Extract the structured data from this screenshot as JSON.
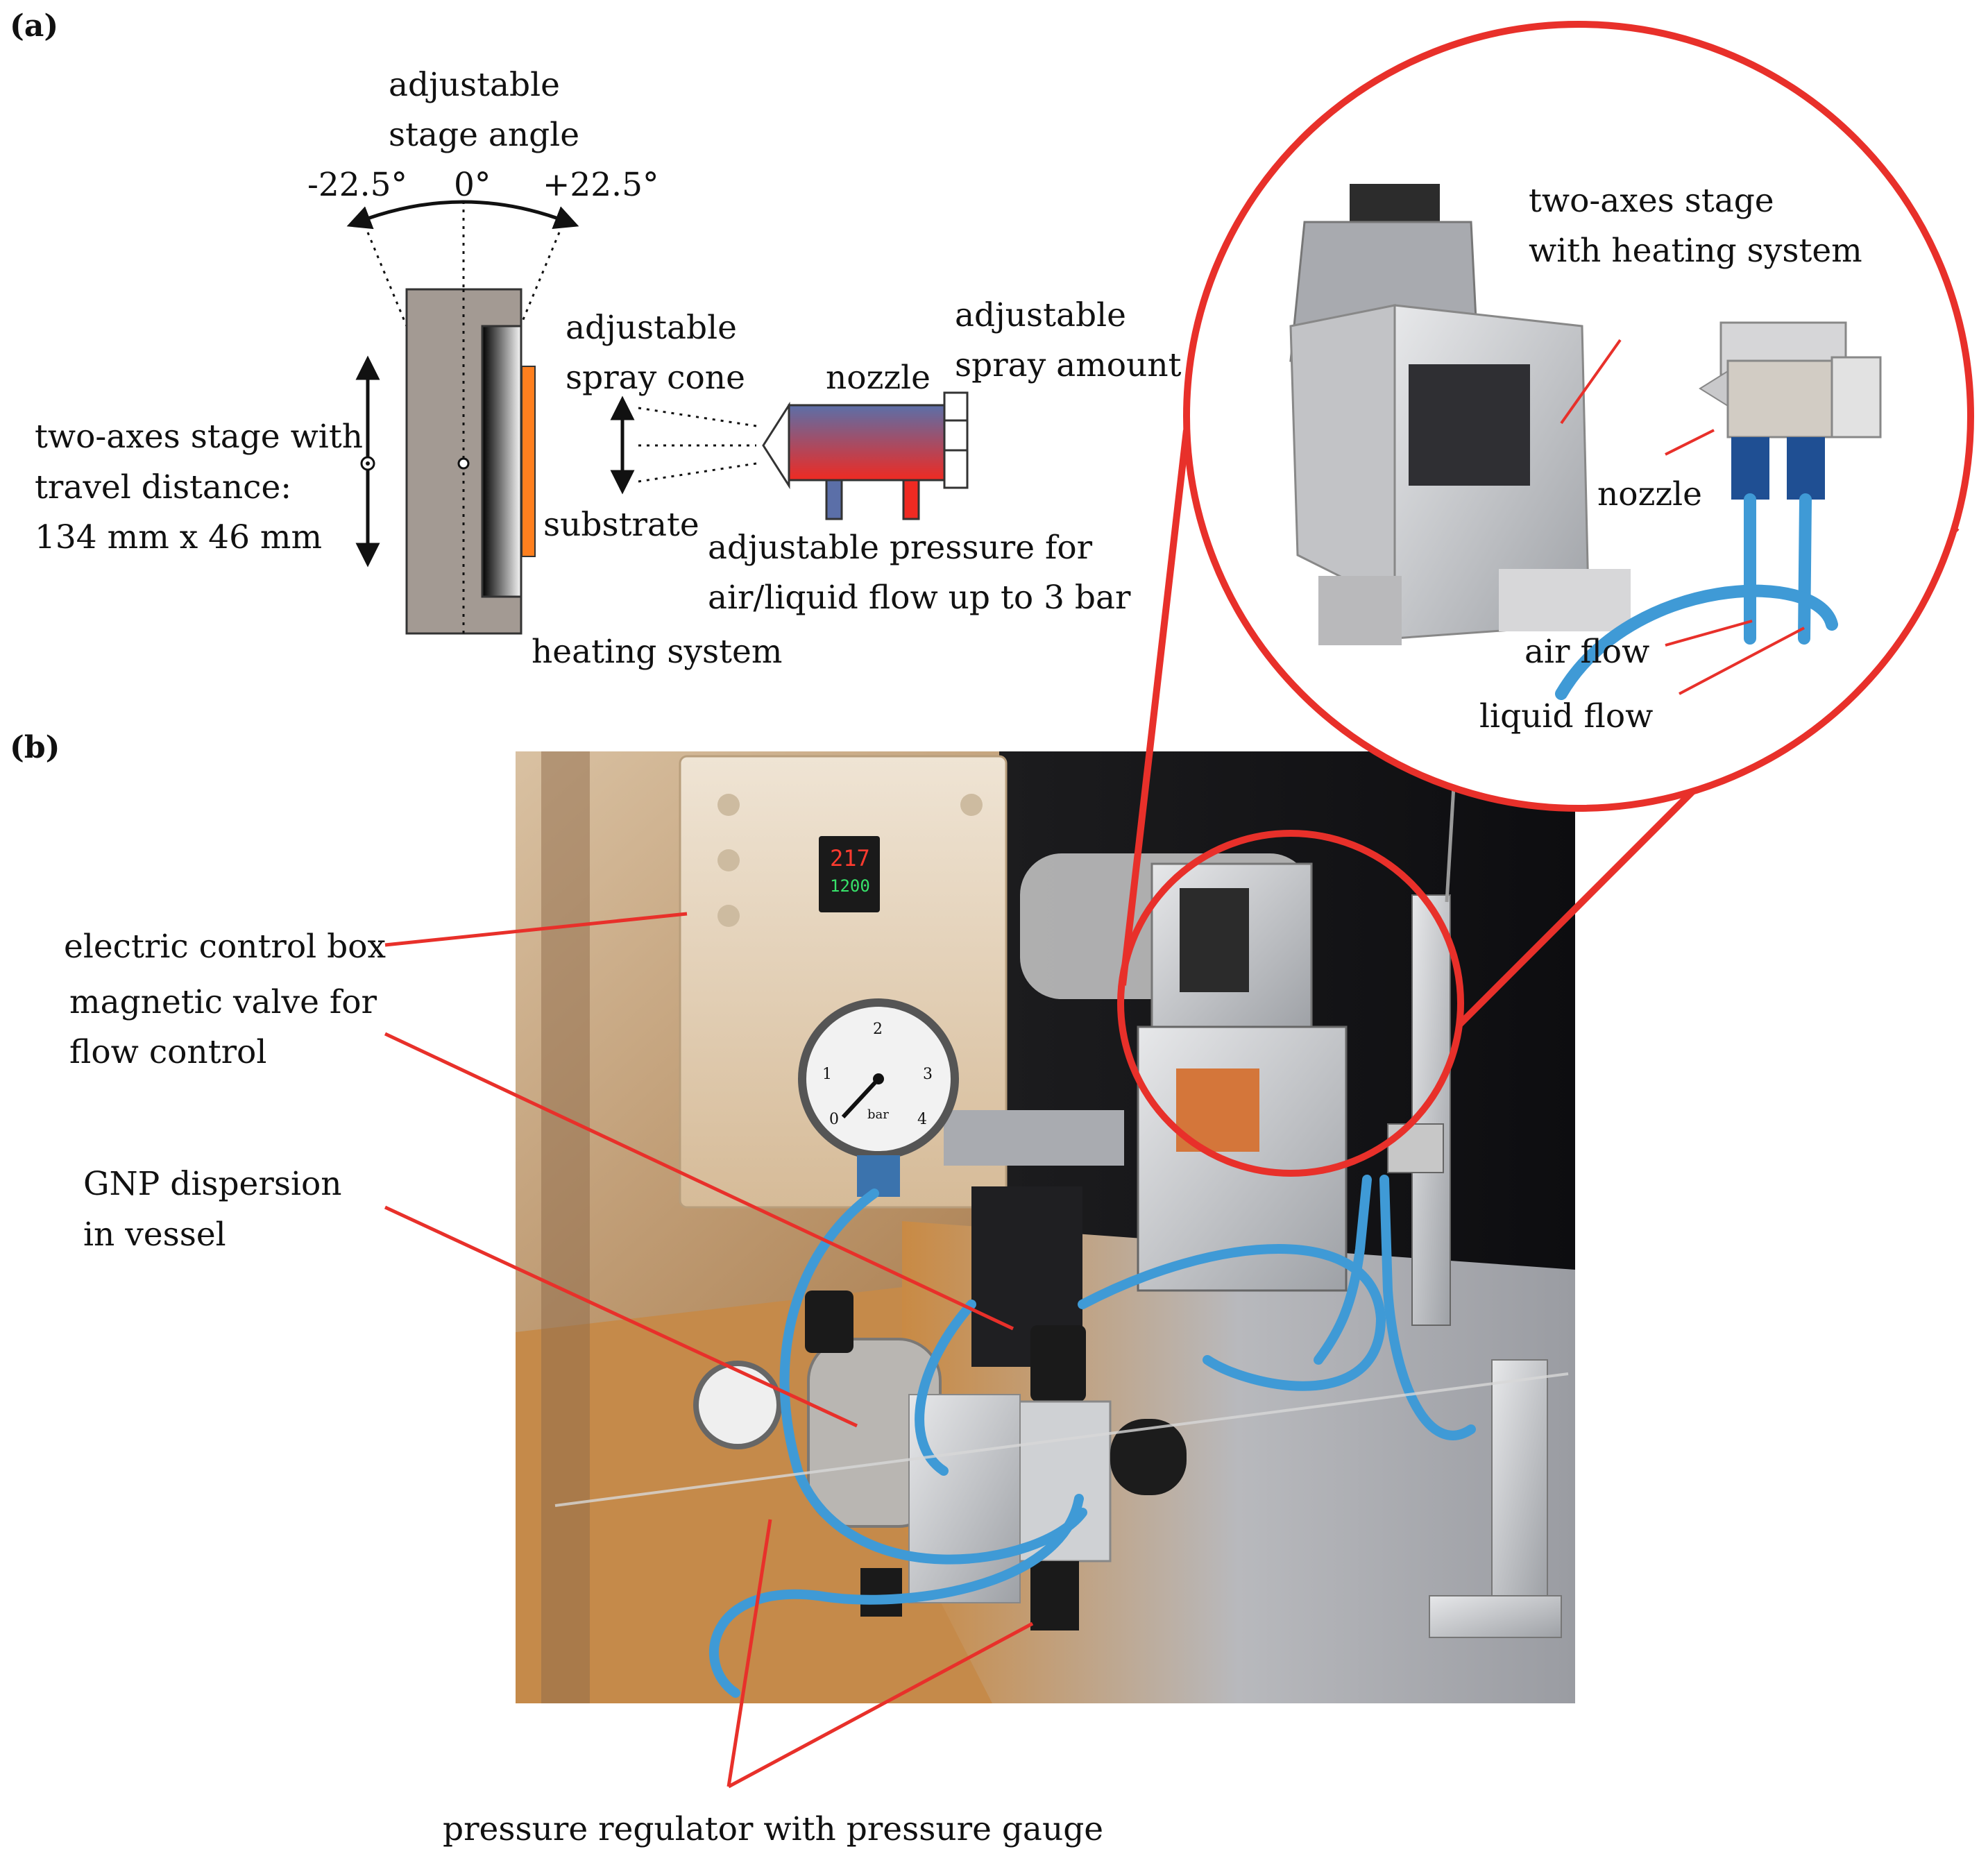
{
  "panel_a": {
    "tag": "(a)",
    "stage_angle_line1": "adjustable",
    "stage_angle_line2": "stage angle",
    "angle_minus": "-22.5°",
    "angle_zero": "0°",
    "angle_plus": "+22.5°",
    "stage_line1": "two-axes stage with",
    "stage_line2": "travel distance:",
    "stage_line3": "134 mm x 46 mm",
    "substrate": "substrate",
    "heating": "heating system",
    "cone_line1": "adjustable",
    "cone_line2": "spray cone",
    "nozzle": "nozzle",
    "amount_line1": "adjustable",
    "amount_line2": "spray amount",
    "pressure_line1": "adjustable pressure for",
    "pressure_line2": "air/liquid flow up to 3 bar"
  },
  "inset": {
    "stage_line1": "two-axes stage",
    "stage_line2": "with heating system",
    "nozzle": "nozzle",
    "air_flow": "air flow",
    "liquid_flow": "liquid flow"
  },
  "panel_b": {
    "tag": "(b)",
    "control_box": "electric control box",
    "valve_line1": "magnetic valve for",
    "valve_line2": "flow control",
    "gnp_line1": "GNP dispersion",
    "gnp_line2": "in vessel",
    "regulator": "pressure regulator with pressure gauge",
    "display_top": "217",
    "display_bottom": "1200",
    "gauge_unit": "bar",
    "gauge_ticks": [
      "0",
      "1",
      "2",
      "3",
      "4"
    ]
  },
  "colors": {
    "callout": "#e8302a",
    "stage_body": "#a39a93",
    "substrate": "#ff7f1e",
    "nozzle_top": "#5b6fa8",
    "nozzle_bottom": "#ef2a22",
    "tube": "#3f9ad6"
  }
}
